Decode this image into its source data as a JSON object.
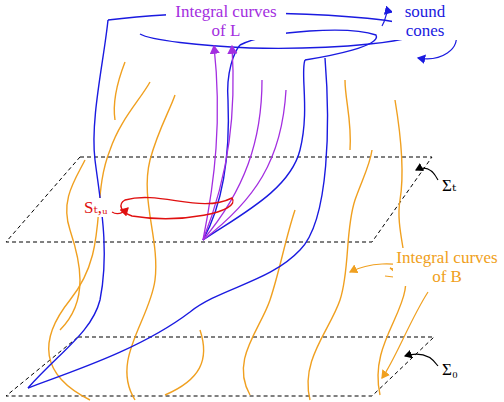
{
  "diagram": {
    "labels": [
      "Integral curves of L",
      "sound cones",
      "Σₜ",
      "Sₜ,ᵤ",
      "Integral curves of B",
      "Σ₀"
    ]
  }
}
